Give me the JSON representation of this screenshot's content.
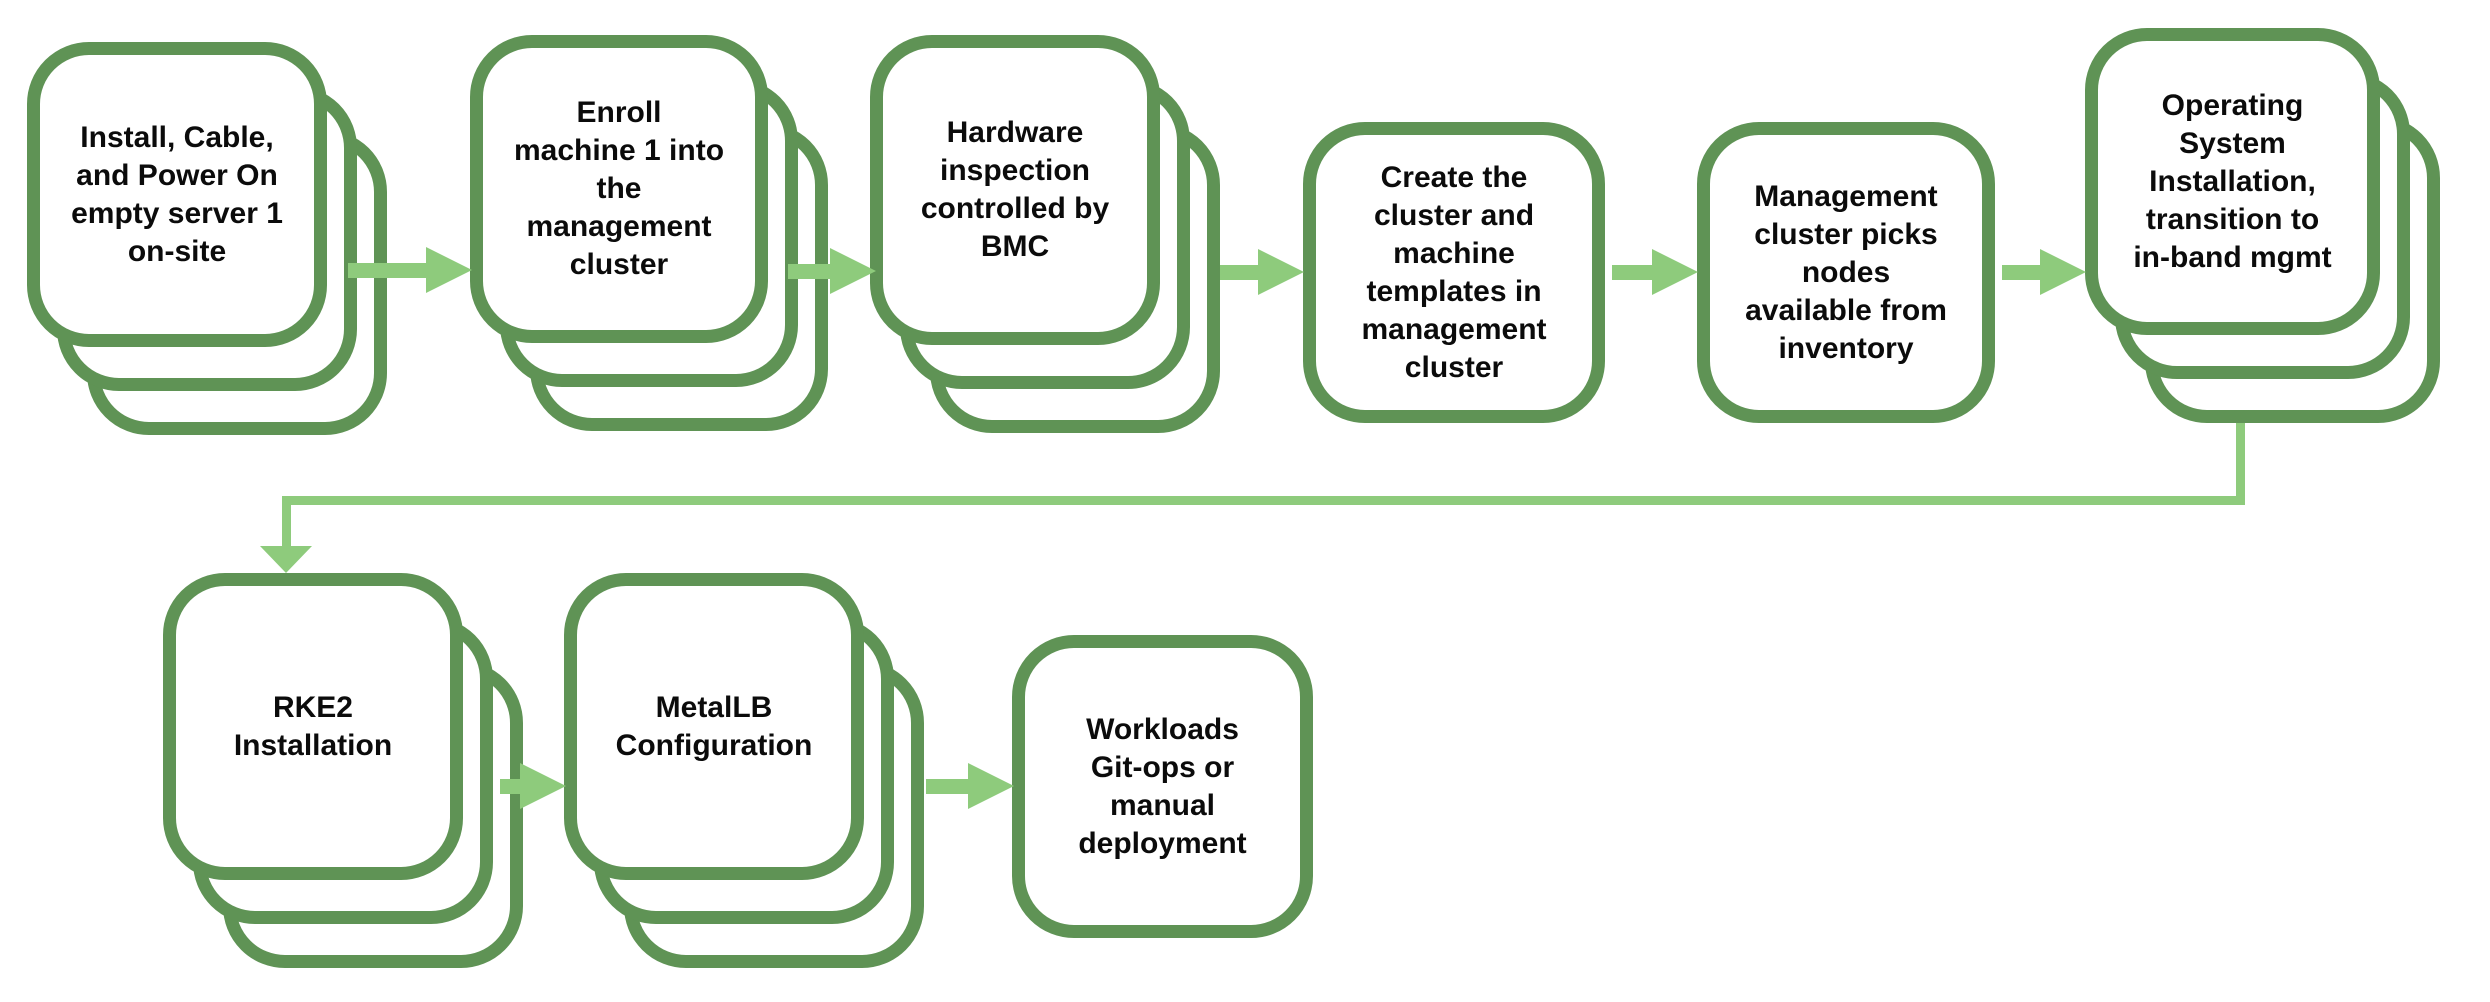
{
  "diagram": {
    "type": "flowchart",
    "colors": {
      "box_border": "#5f9355",
      "box_fill": "#ffffff",
      "arrow": "#8ecb7c",
      "text": "#0b0b0b"
    },
    "nodes": [
      {
        "id": "install",
        "label": "Install, Cable,\nand Power On\nempty server 1\non-site",
        "stacked": true
      },
      {
        "id": "enroll",
        "label": "Enroll\nmachine 1 into\nthe\nmanagement\ncluster",
        "stacked": true
      },
      {
        "id": "hardware-inspection",
        "label": "Hardware\ninspection\ncontrolled by\nBMC",
        "stacked": true
      },
      {
        "id": "create-templates",
        "label": "Create the\ncluster and\nmachine\ntemplates in\nmanagement\ncluster",
        "stacked": false
      },
      {
        "id": "pick-nodes",
        "label": "Management\ncluster picks\nnodes\navailable from\ninventory",
        "stacked": false
      },
      {
        "id": "os-install",
        "label": "Operating\nSystem\nInstallation,\ntransition to\nin-band mgmt",
        "stacked": true
      },
      {
        "id": "rke2",
        "label": "RKE2\nInstallation",
        "stacked": true
      },
      {
        "id": "metallb",
        "label": "MetalLB\nConfiguration",
        "stacked": true
      },
      {
        "id": "workloads",
        "label": "Workloads\nGit-ops or\nmanual\ndeployment",
        "stacked": false
      }
    ],
    "edges": [
      {
        "from": "install",
        "to": "enroll"
      },
      {
        "from": "enroll",
        "to": "hardware-inspection"
      },
      {
        "from": "hardware-inspection",
        "to": "create-templates"
      },
      {
        "from": "create-templates",
        "to": "pick-nodes"
      },
      {
        "from": "pick-nodes",
        "to": "os-install"
      },
      {
        "from": "os-install",
        "to": "rke2"
      },
      {
        "from": "rke2",
        "to": "metallb"
      },
      {
        "from": "metallb",
        "to": "workloads"
      }
    ]
  }
}
